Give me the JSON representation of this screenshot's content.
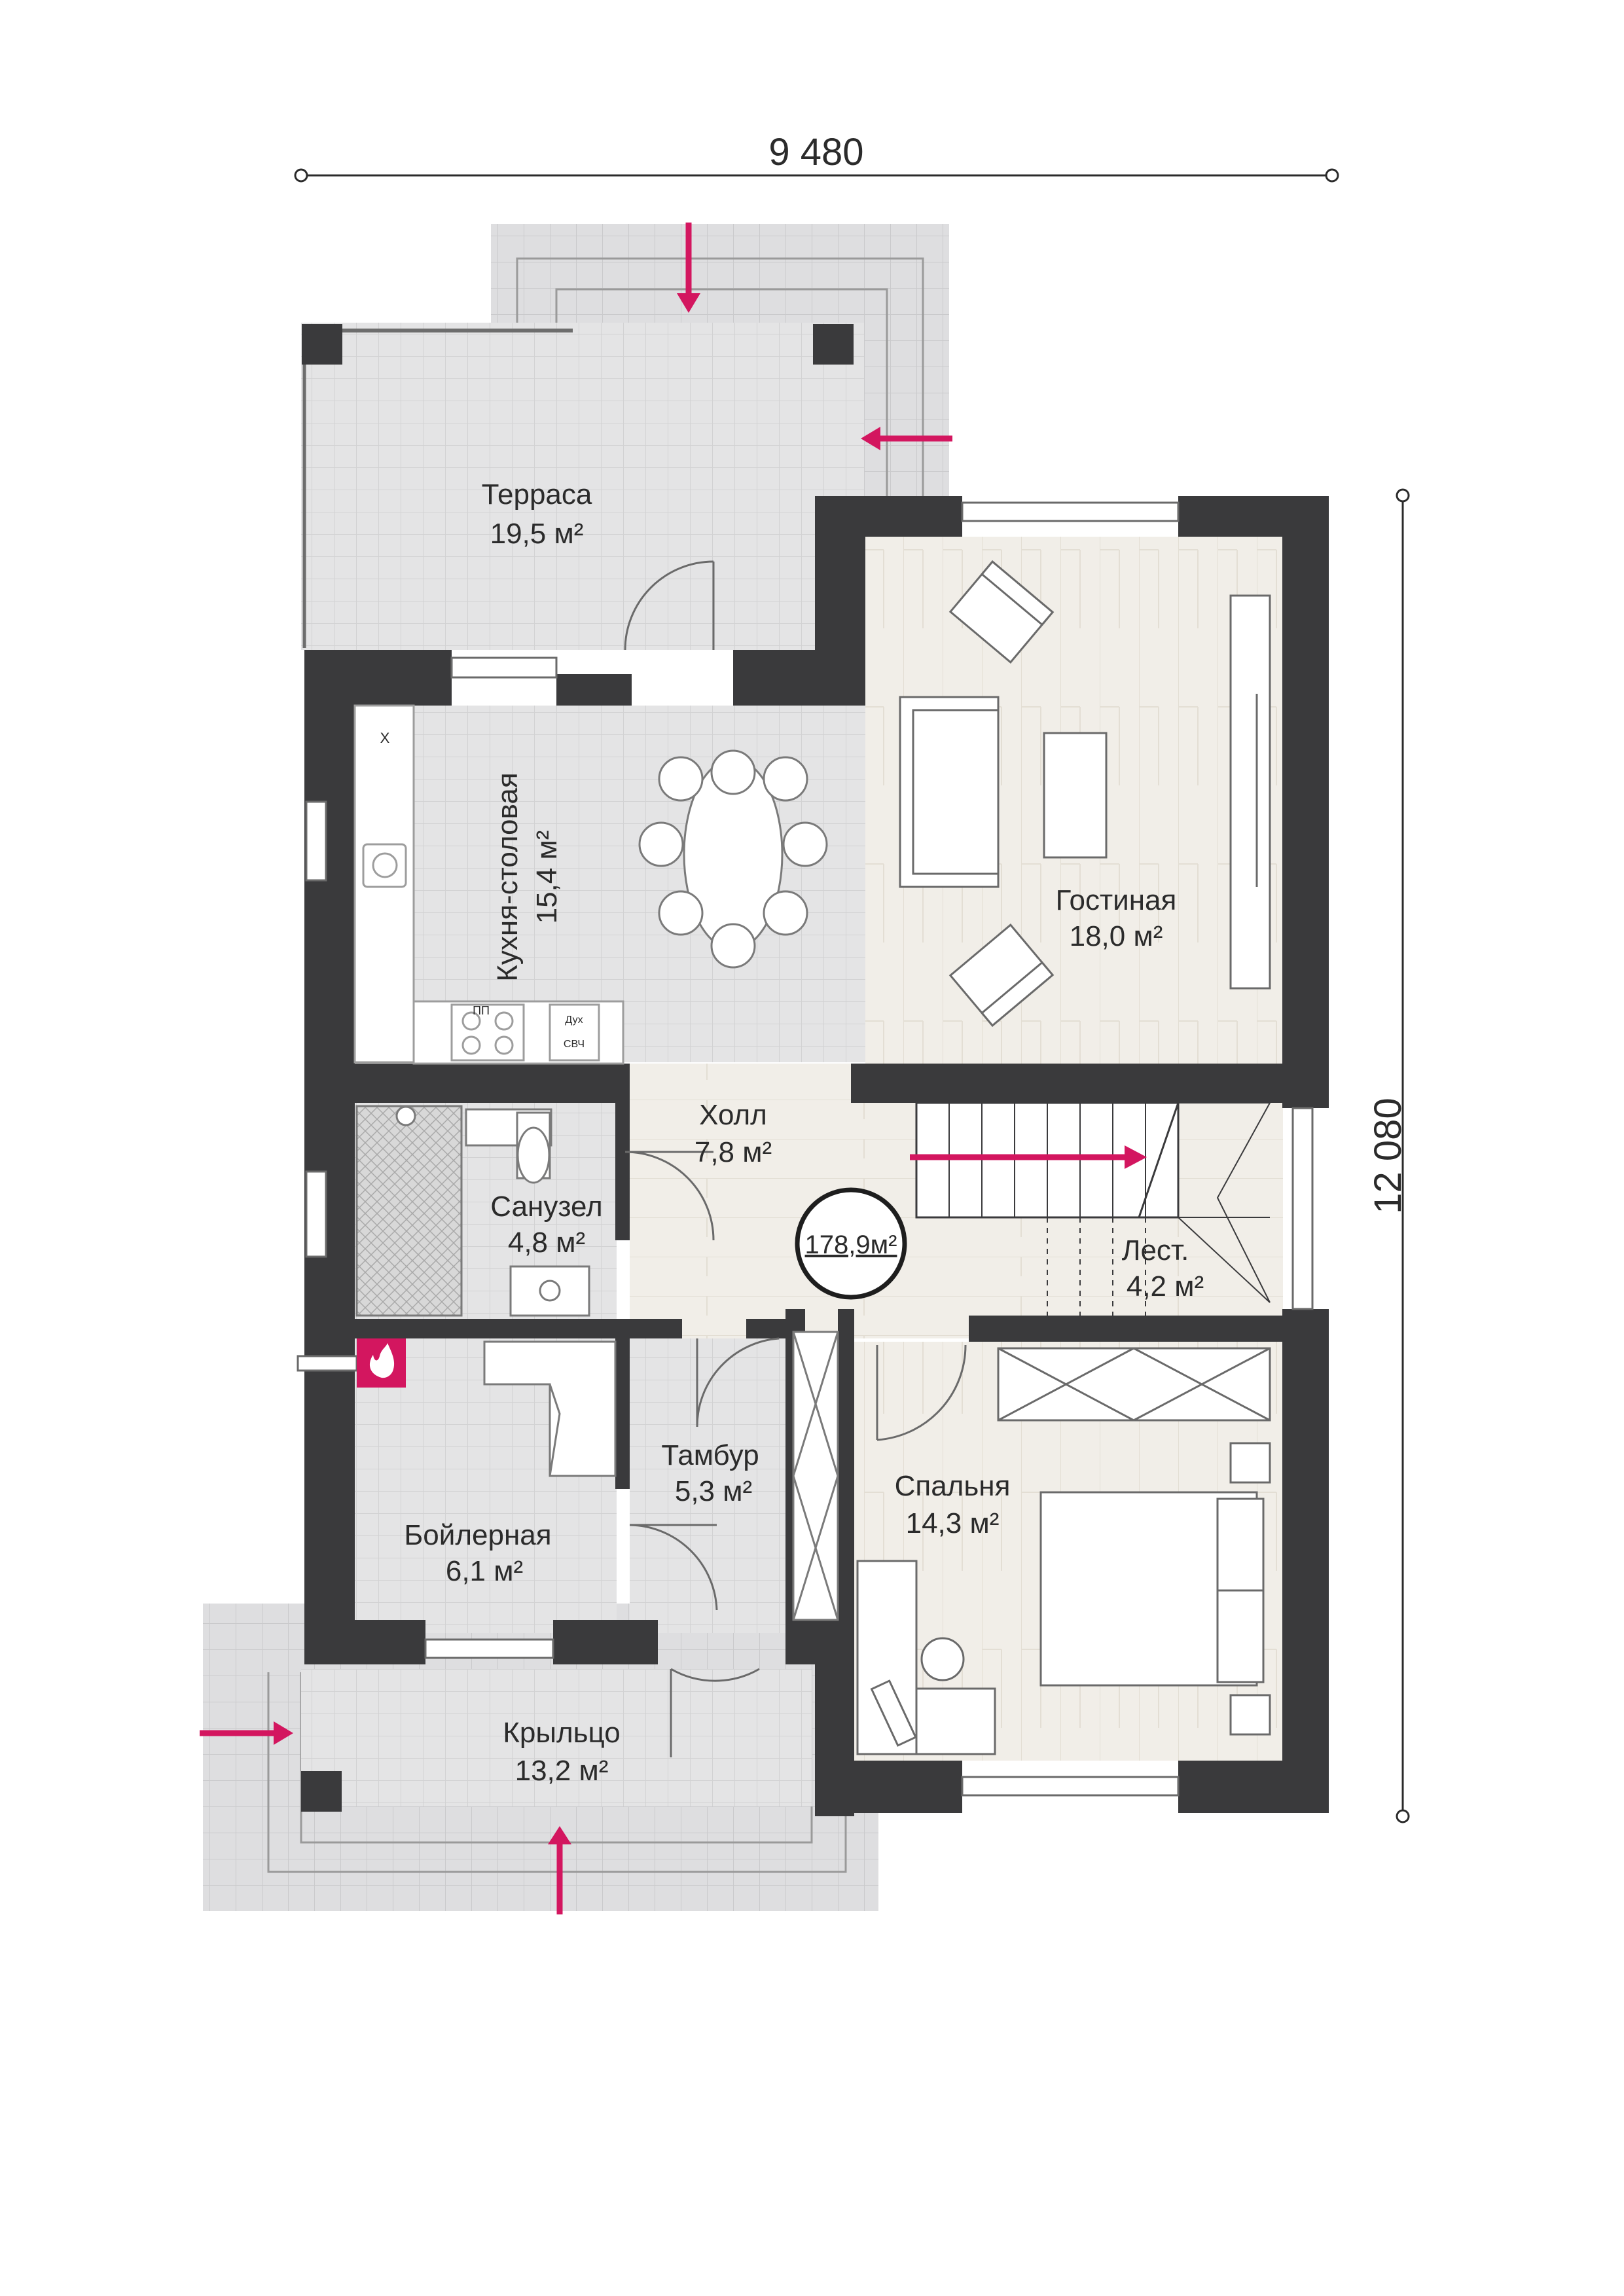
{
  "dimensions": {
    "width": "9 480",
    "height": "12 080"
  },
  "total_area": "178,9м²",
  "rooms": {
    "terrace": {
      "name": "Терраса",
      "area": "19,5 м²"
    },
    "kitchen": {
      "name": "Кухня-столовая",
      "area": "15,4 м²"
    },
    "living": {
      "name": "Гостиная",
      "area": "18,0 м²"
    },
    "hall": {
      "name": "Холл",
      "area": "7,8 м²"
    },
    "bathroom": {
      "name": "Санузел",
      "area": "4,8 м²"
    },
    "stairs": {
      "name": "Лест.",
      "area": "4,2 м²"
    },
    "boiler": {
      "name": "Бойлерная",
      "area": "6,1 м²"
    },
    "vestibule": {
      "name": "Тамбур",
      "area": "5,3 м²"
    },
    "bedroom": {
      "name": "Спальня",
      "area": "14,3 м²"
    },
    "porch": {
      "name": "Крыльцо",
      "area": "13,2 м²"
    }
  },
  "appliances": {
    "oven": "Дух",
    "microwave": "СВЧ",
    "dishwasher": "ПП",
    "fridge": "Х"
  },
  "icons": {
    "entrance_arrow": "arrow-icon",
    "fire": "fire-icon"
  },
  "colors": {
    "wall": "#3a3a3c",
    "accent": "#d3165f",
    "floor_tile": "#e6e6e7",
    "floor_wood": "#f2efe9",
    "outdoor": "#dcdcdd",
    "line": "#2b2b2b"
  }
}
